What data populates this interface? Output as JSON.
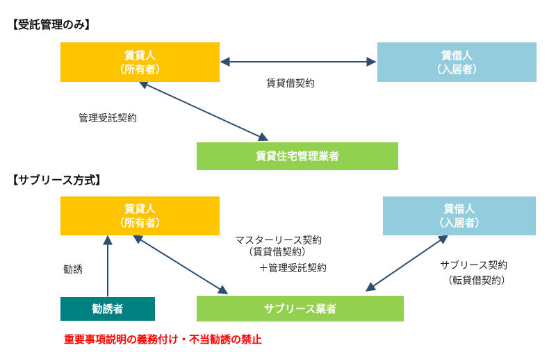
{
  "colors": {
    "owner": "#ffc400",
    "tenant": "#93cddd",
    "manager": "#92d050",
    "solicitor": "#008080",
    "warning": "#ff0000",
    "arrow": "#2f4e6f"
  },
  "section1": {
    "heading": "【受託管理のみ】",
    "owner": {
      "line1": "賃貸人",
      "line2": "（所有者）"
    },
    "tenant": {
      "line1": "賃借人",
      "line2": "（入居者）"
    },
    "manager": {
      "label": "賃貸住宅管理業者"
    },
    "lease_contract": "賃貸借契約",
    "mgmt_contract": "管理受託契約"
  },
  "section2": {
    "heading": "【サブリース方式】",
    "owner": {
      "line1": "賃貸人",
      "line2": "（所有者）"
    },
    "tenant": {
      "line1": "賃借人",
      "line2": "（入居者）"
    },
    "sublease_company": {
      "label": "サブリース業者"
    },
    "solicitor": {
      "label": "勧誘者"
    },
    "master_lease": {
      "line1": "マスターリース契約",
      "line2": "（賃貸借契約）",
      "line3": "＋管理受託契約"
    },
    "sublease_contract": {
      "line1": "サブリース契約",
      "line2": "（転貸借契約）"
    },
    "solicit": "勧誘",
    "warning": "重要事項説明の義務付け・不当勧誘の禁止"
  }
}
